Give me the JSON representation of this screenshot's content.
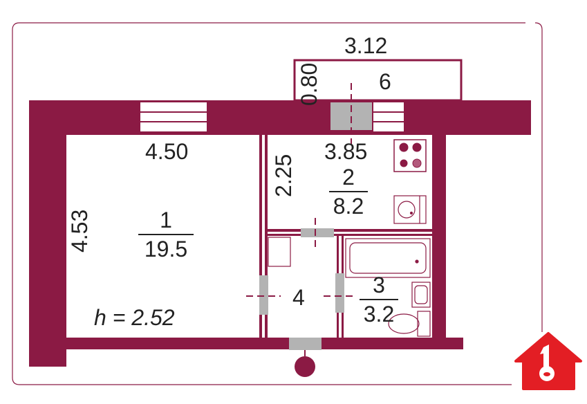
{
  "colors": {
    "wall": "#8B1A44",
    "door": "#b3b3b3",
    "logo": "#e31e24"
  },
  "dimensions": {
    "balcony_width": "3.12",
    "balcony_depth": "0.80",
    "room1_width": "4.50",
    "room1_length": "4.53",
    "kitchen_width": "3.85",
    "kitchen_depth": "2.25"
  },
  "rooms": [
    {
      "number": "1",
      "area": "19.5"
    },
    {
      "number": "2",
      "area": "8.2"
    },
    {
      "number": "3",
      "area": "3.2"
    },
    {
      "number": "4"
    },
    {
      "number": "6"
    }
  ],
  "ceiling_height": "h = 2.52",
  "logo": {
    "icon": "house-key-icon",
    "text": "1"
  }
}
